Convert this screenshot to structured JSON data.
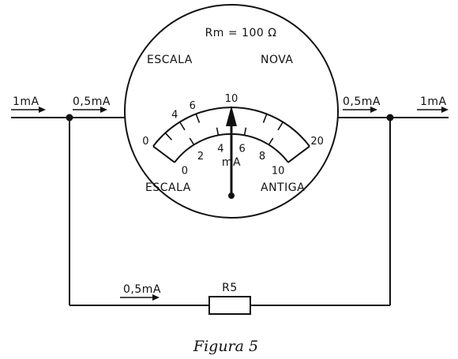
{
  "meter": {
    "resistance_label": "Rm = 100 Ω",
    "scale_new_word1": "ESCALA",
    "scale_new_word2": "NOVA",
    "scale_old_word1": "ESCALA",
    "scale_old_word2": "ANTIGA",
    "unit": "mA",
    "outer_scale": [
      "0",
      "4",
      "6",
      "10",
      "20"
    ],
    "inner_scale": [
      "0",
      "2",
      "4",
      "6",
      "8",
      "10"
    ],
    "outer_ticks": [
      {
        "label": "0",
        "value": 0
      },
      {
        "label": "",
        "value": 2
      },
      {
        "label": "4",
        "value": 4
      },
      {
        "label": "6",
        "value": 6
      },
      {
        "label": "10",
        "value": 10
      },
      {
        "label": "",
        "value": 14
      },
      {
        "label": "",
        "value": 16
      },
      {
        "label": "20",
        "value": 20
      }
    ],
    "inner_ticks": [
      {
        "label": "0",
        "value": 0
      },
      {
        "label": "2",
        "value": 2
      },
      {
        "label": "4",
        "value": 4
      },
      {
        "label": "6",
        "value": 6
      },
      {
        "label": "8",
        "value": 8
      },
      {
        "label": "10",
        "value": 10
      }
    ],
    "pointer_value": 10
  },
  "currents": {
    "input_left": "1mA",
    "meter_in": "0,5mA",
    "meter_out": "0,5mA",
    "output_right": "1mA",
    "shunt": "0,5mA"
  },
  "shunt": {
    "label": "R5"
  },
  "caption": "Figura 5"
}
